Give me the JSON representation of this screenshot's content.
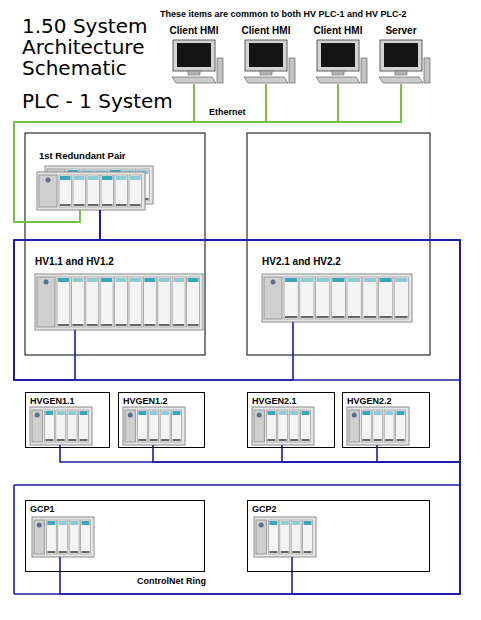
{
  "diagram": {
    "title": "1.50 System Architecture Schematic",
    "nodes": [
      {
        "text": [
          "Client HMI"
        ]
      },
      {
        "text": [
          "Client HMI"
        ]
      },
      {
        "text": [
          "Client HMI"
        ]
      },
      {
        "text": [
          "Server"
        ]
      },
      {
        "text": [
          "1st Redundant Pair"
        ]
      },
      {
        "text": [
          "HV1.1 and HV1.2"
        ]
      },
      {
        "text": [
          "HV2.1 and HV2.2"
        ]
      },
      {
        "text": [
          "HVGEN1.1"
        ]
      },
      {
        "text": [
          "HVGEN1.2"
        ]
      },
      {
        "text": [
          "HVGEN2.1"
        ]
      },
      {
        "text": [
          "HVGEN2.2"
        ]
      },
      {
        "text": [
          "GCP1"
        ]
      },
      {
        "text": [
          "GCP2"
        ]
      }
    ],
    "edges": [
      {
        "from": 0,
        "to": 4,
        "arrow": "none"
      },
      {
        "from": 1,
        "to": 4,
        "arrow": "none"
      },
      {
        "from": 2,
        "to": 4,
        "arrow": "none"
      },
      {
        "from": 3,
        "to": 4,
        "arrow": "none"
      },
      {
        "from": 4,
        "to": 5,
        "arrow": "none"
      },
      {
        "from": 4,
        "to": 6,
        "arrow": "none"
      },
      {
        "from": 4,
        "to": 7,
        "arrow": "none"
      },
      {
        "from": 4,
        "to": 8,
        "arrow": "none"
      },
      {
        "from": 4,
        "to": 9,
        "arrow": "none"
      },
      {
        "from": 4,
        "to": 10,
        "arrow": "none"
      },
      {
        "from": 4,
        "to": 11,
        "arrow": "none"
      },
      {
        "from": 4,
        "to": 12,
        "arrow": "none"
      }
    ],
    "labels": [
      "PLC - 1 System",
      "These items are common to both HV PLC-1 and HV PLC-2",
      "Ethernet",
      "ControlNet Ring"
    ]
  }
}
